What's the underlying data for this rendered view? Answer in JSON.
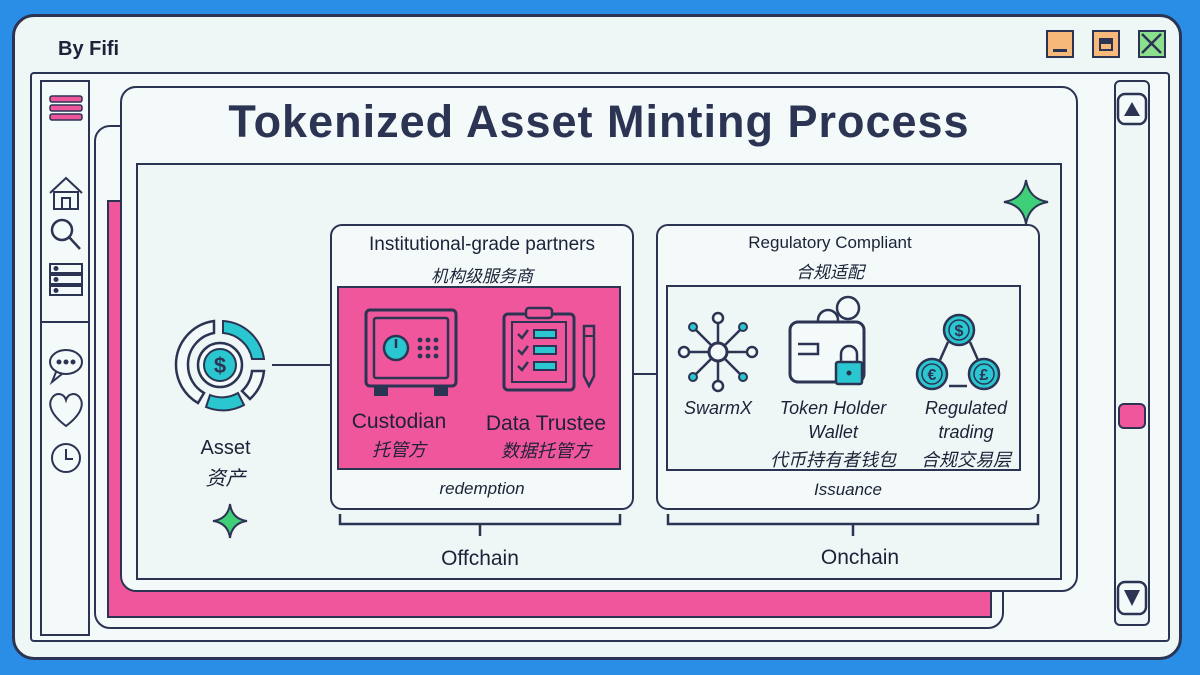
{
  "window": {
    "byline": "By Fifi"
  },
  "title": "Tokenized Asset Minting Process",
  "asset": {
    "label": "Asset",
    "label_cn": "资产"
  },
  "offchain": {
    "heading": "Institutional-grade partners",
    "heading_cn": "机构级服务商",
    "custodian": {
      "label": "Custodian",
      "label_cn": "托管方"
    },
    "trustee": {
      "label": "Data Trustee",
      "label_cn": "数据托管方"
    },
    "footer": "redemption",
    "bracket_label": "Offchain"
  },
  "onchain": {
    "heading": "Regulatory Compliant",
    "heading_cn": "合规适配",
    "swarmx": {
      "label": "SwarmX"
    },
    "wallet": {
      "label_line1": "Token Holder",
      "label_line2": "Wallet",
      "label_cn": "代币持有者钱包"
    },
    "trading": {
      "label_line1": "Regulated",
      "label_line2": "trading",
      "label_cn": "合规交易层"
    },
    "footer": "Issuance",
    "bracket_label": "Onchain"
  },
  "colors": {
    "pink": "#f0569b",
    "teal": "#2bc7d0",
    "green": "#3ecf78",
    "navy": "#2c3454",
    "frame_blue": "#2b8ee6"
  },
  "icons": [
    "menu-icon",
    "home-icon",
    "search-icon",
    "server-icon",
    "chat-icon",
    "heart-icon",
    "clock-icon",
    "minimize-icon",
    "maximize-icon",
    "close-icon",
    "scroll-up-icon",
    "scroll-down-icon",
    "asset-coin-icon",
    "safe-icon",
    "clipboard-icon",
    "network-icon",
    "wallet-icon",
    "trading-currency-icon",
    "sparkle-icon"
  ]
}
